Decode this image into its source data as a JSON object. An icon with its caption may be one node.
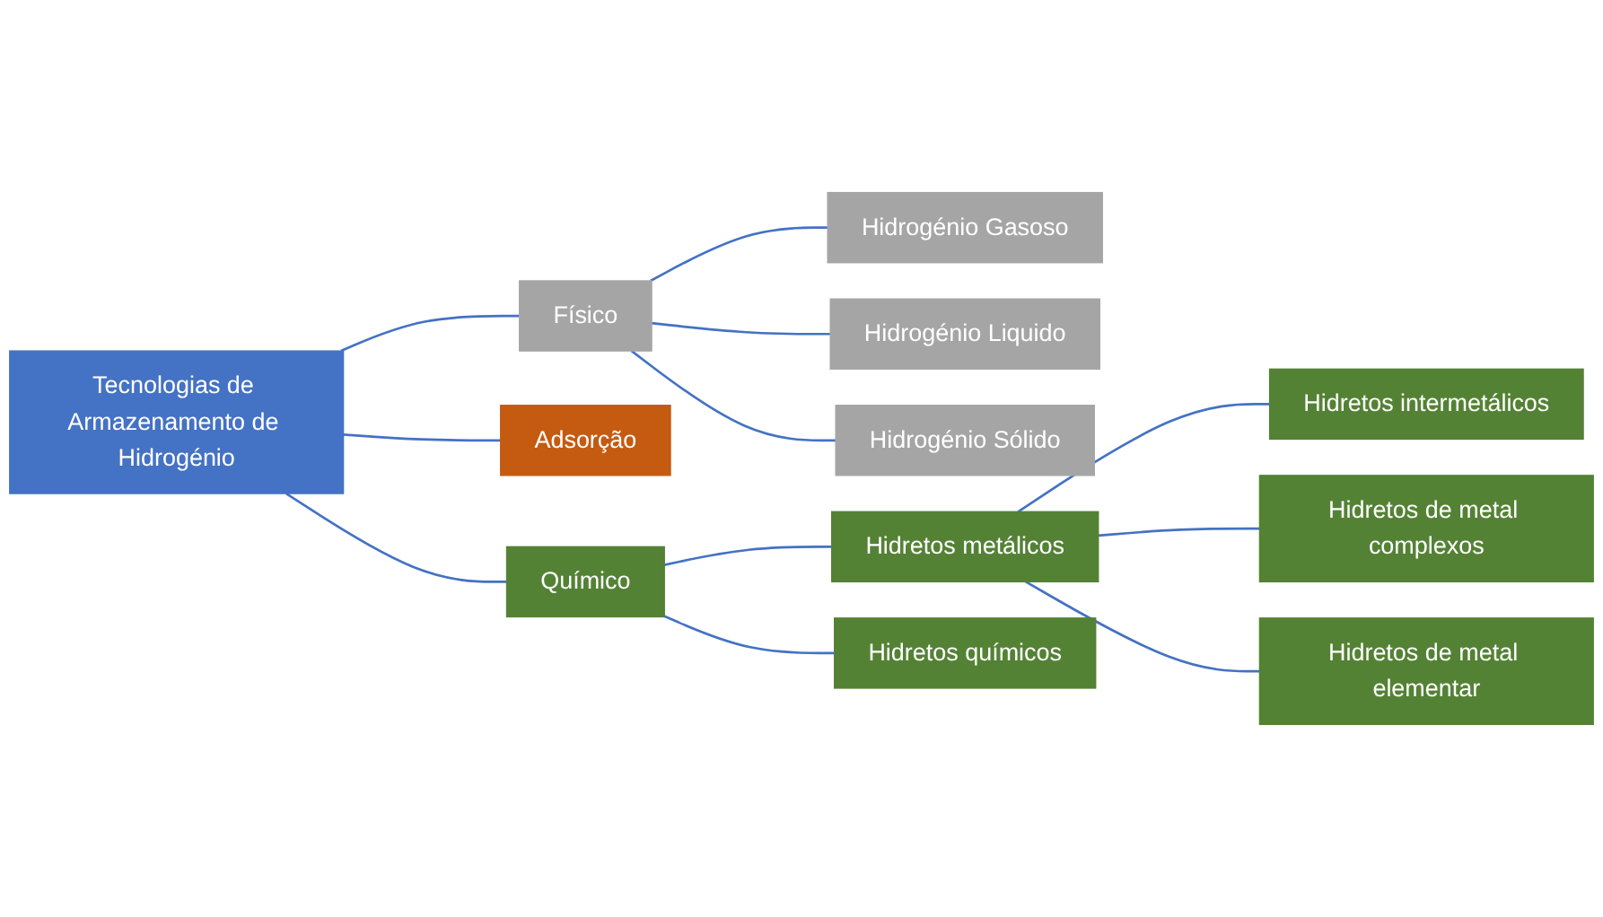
{
  "diagram": {
    "nodes": [
      {
        "text": [
          "Tecnologias de Armazenamento de Hidrogénio"
        ]
      },
      {
        "text": [
          "Físico"
        ]
      },
      {
        "text": [
          "Hidrogénio Gasoso"
        ]
      },
      {
        "text": [
          "Hidrogénio Liquido"
        ]
      },
      {
        "text": [
          "Hidrogénio Sólido"
        ]
      },
      {
        "text": [
          "Adsorção"
        ]
      },
      {
        "text": [
          "Químico"
        ]
      },
      {
        "text": [
          "Hidretos metálicos"
        ]
      },
      {
        "text": [
          "Hidretos intermetálicos"
        ]
      },
      {
        "text": [
          "Hidretos de metal complexos"
        ]
      },
      {
        "text": [
          "Hidretos de metal elementar"
        ]
      },
      {
        "text": [
          "Hidretos químicos"
        ]
      }
    ],
    "edges": [
      {
        "from": 0,
        "to": 1,
        "arrow": "none"
      },
      {
        "from": 0,
        "to": 5,
        "arrow": "none"
      },
      {
        "from": 0,
        "to": 6,
        "arrow": "none"
      },
      {
        "from": 1,
        "to": 2,
        "arrow": "none"
      },
      {
        "from": 1,
        "to": 3,
        "arrow": "none"
      },
      {
        "from": 1,
        "to": 4,
        "arrow": "none"
      },
      {
        "from": 6,
        "to": 7,
        "arrow": "none"
      },
      {
        "from": 6,
        "to": 11,
        "arrow": "none"
      },
      {
        "from": 7,
        "to": 8,
        "arrow": "none"
      },
      {
        "from": 7,
        "to": 9,
        "arrow": "none"
      },
      {
        "from": 7,
        "to": 10,
        "arrow": "none"
      }
    ]
  }
}
